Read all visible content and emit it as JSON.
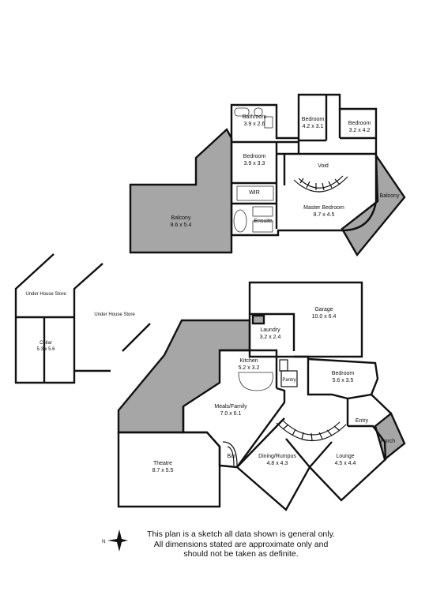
{
  "rooms": {
    "bathroom": {
      "name": "Bathroom",
      "dims": "3.9 x 2.6"
    },
    "bedroom_upper_1": {
      "name": "Bedroom",
      "dims": "4.2 x 3.1"
    },
    "bedroom_upper_2": {
      "name": "Bedroom",
      "dims": "3.2 x 4.2"
    },
    "bedroom_upper_3": {
      "name": "Bedroom",
      "dims": "3.9 x 3.3"
    },
    "void": {
      "name": "Void"
    },
    "wir": {
      "name": "WIR"
    },
    "ensuite": {
      "name": "Ensuite"
    },
    "master_bedroom": {
      "name": "Master Bedroom",
      "dims": "8.7 x 4.5"
    },
    "balcony_right": {
      "name": "Balcony"
    },
    "balcony_left": {
      "name": "Balcony",
      "dims": "8.6 x 5.4"
    },
    "under_house_store_1": {
      "name": "Under House Store"
    },
    "under_house_store_2": {
      "name": "Under House Store"
    },
    "cellar": {
      "name": "Cellar",
      "dims": "5.3 x 5.6"
    },
    "garage": {
      "name": "Garage",
      "dims": "10.0 x 6.4"
    },
    "laundry": {
      "name": "Laundry",
      "dims": "3.2 x 2.4"
    },
    "kitchen": {
      "name": "Kitchen",
      "dims": "5.2 x 3.2"
    },
    "pantry": {
      "name": "Pantry"
    },
    "bedroom_lower": {
      "name": "Bedroom",
      "dims": "5.6 x 3.5"
    },
    "meals_family": {
      "name": "Meals/Family",
      "dims": "7.0 x 6.1"
    },
    "entry": {
      "name": "Entry"
    },
    "porch": {
      "name": "Porch"
    },
    "bar": {
      "name": "Bar"
    },
    "theatre": {
      "name": "Theatre",
      "dims": "8.7 x 5.5"
    },
    "dining_rumpus": {
      "name": "Dining/Rumpus",
      "dims": "4.8 x 4.3"
    },
    "lounge": {
      "name": "Lounge",
      "dims": "4.5 x 4.4"
    }
  },
  "compass_letter": "N",
  "disclaimer": {
    "line1": "This plan is a sketch all data shown is general only.",
    "line2": "All dimensions stated are approximate only and",
    "line3": "should not be taken as definite."
  },
  "colors": {
    "wall": "#111111",
    "outdoor_fill": "#a6a6a6",
    "background": "#ffffff"
  }
}
